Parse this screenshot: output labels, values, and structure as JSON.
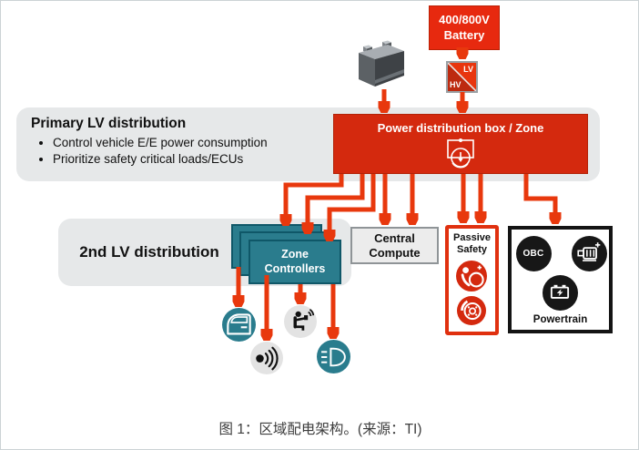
{
  "figure": {
    "caption": "图 1：区域配电架构。(来源：TI)"
  },
  "colors": {
    "red": "#d4290e",
    "red-bright": "#e7290f",
    "arrow": "#e8380d",
    "teal": "#2a7c8d"
  },
  "hv_battery": {
    "line1": "400/800V",
    "line2": "Battery"
  },
  "converter": {
    "top_label": "LV",
    "bottom_label": "HV"
  },
  "primary_distribution": {
    "title": "Primary LV distribution",
    "bullets": [
      "Control vehicle E/E power consumption",
      "Prioritize safety critical loads/ECUs"
    ]
  },
  "power_distribution_box": {
    "title": "Power distribution box / Zone",
    "icon": "efuse-icon"
  },
  "secondary_distribution": {
    "title": "2nd LV distribution"
  },
  "zone_controllers": {
    "line1": "Zone",
    "line2": "Controllers"
  },
  "central_compute": {
    "line1": "Central",
    "line2": "Compute"
  },
  "passive_safety": {
    "line1": "Passive",
    "line2": "Safety",
    "icons": [
      "airbag-icon",
      "brake-disc-icon"
    ]
  },
  "powertrain": {
    "label": "Powertrain",
    "obc": "OBC",
    "icons": [
      "obc-badge",
      "motor-icon",
      "battery-charge-icon"
    ]
  },
  "loads": {
    "icons": [
      "car-door-icon",
      "ultrasonic-sound-icon",
      "driver-controls-icon",
      "headlight-icon"
    ]
  }
}
